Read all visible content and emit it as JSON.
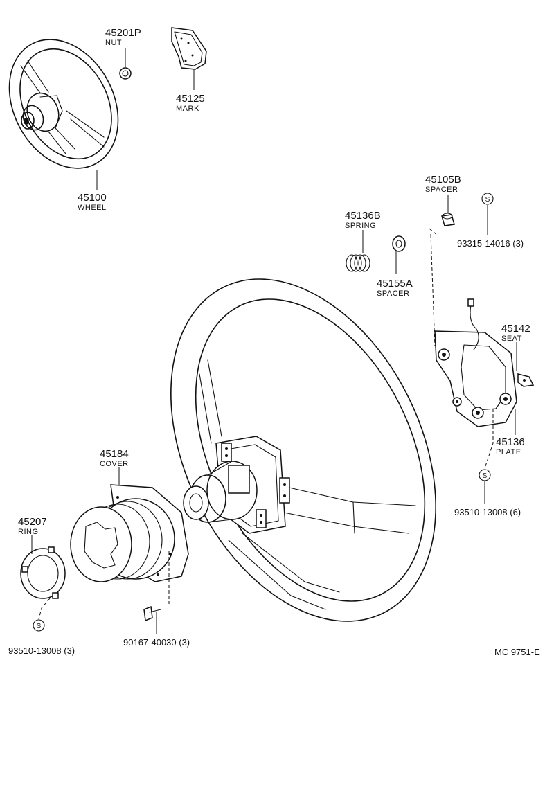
{
  "parts": {
    "nut": {
      "number": "45201P",
      "name": "NUT"
    },
    "mark": {
      "number": "45125",
      "name": "MARK"
    },
    "wheel": {
      "number": "45100",
      "name": "WHEEL"
    },
    "spacer_b": {
      "number": "45105B",
      "name": "SPACER"
    },
    "spring": {
      "number": "45136B",
      "name": "SPRING"
    },
    "spacer_a": {
      "number": "45155A",
      "name": "SPACER"
    },
    "seat": {
      "number": "45142",
      "name": "SEAT"
    },
    "plate": {
      "number": "45136",
      "name": "PLATE"
    },
    "cover": {
      "number": "45184",
      "name": "COVER"
    },
    "ring": {
      "number": "45207",
      "name": "RING"
    }
  },
  "standard_parts": {
    "screw_a": {
      "symbol": "S",
      "ref": "93315-14016 (3)"
    },
    "screw_b": {
      "symbol": "S",
      "ref": "93510-13008 (6)"
    },
    "screw_c": {
      "symbol": "S",
      "ref": "93510-13008 (3)"
    },
    "bolt": {
      "ref": "90167-40030 (3)"
    }
  },
  "diagram_code": "MC 9751-E"
}
